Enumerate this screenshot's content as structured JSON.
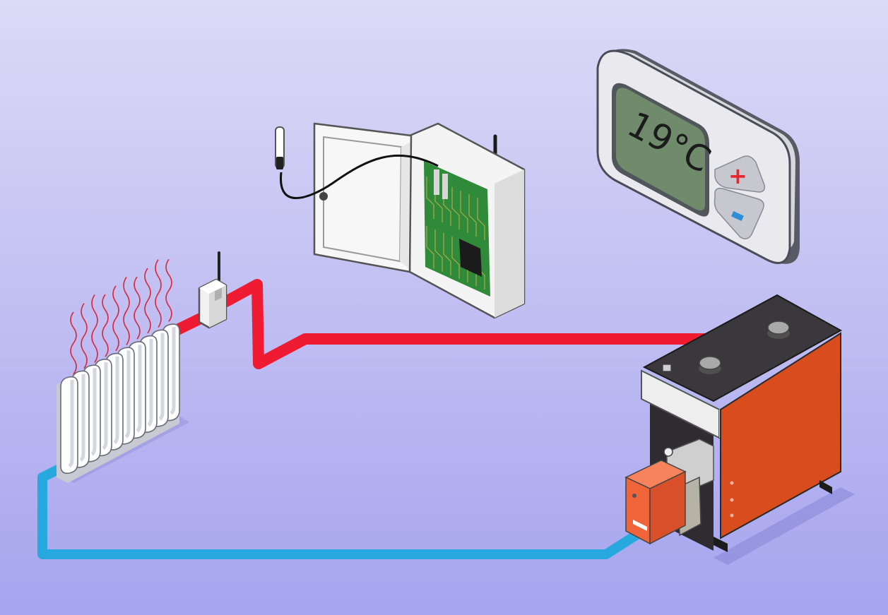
{
  "thermostat": {
    "display_text": "19°C",
    "buttons": [
      {
        "id": "increase",
        "symbol": "+",
        "color": "#e8262e"
      },
      {
        "id": "decrease",
        "symbol": "−",
        "color": "#2a8fd6"
      }
    ]
  },
  "pipes": {
    "supply_color": "#ee1b33",
    "return_color": "#27a8de"
  },
  "colors": {
    "background_top": "#dcdaf6",
    "background_bottom": "#a6a4ee",
    "boiler_front": "#d84c1e",
    "burner": "#f0643a",
    "heat_waves": "#d8263a",
    "pcb": "#2f8a3a",
    "lcd": "#6f8b6c"
  },
  "components": [
    "radiator",
    "wireless-valve-actuator",
    "control-box",
    "thermostat",
    "boiler",
    "burner"
  ]
}
